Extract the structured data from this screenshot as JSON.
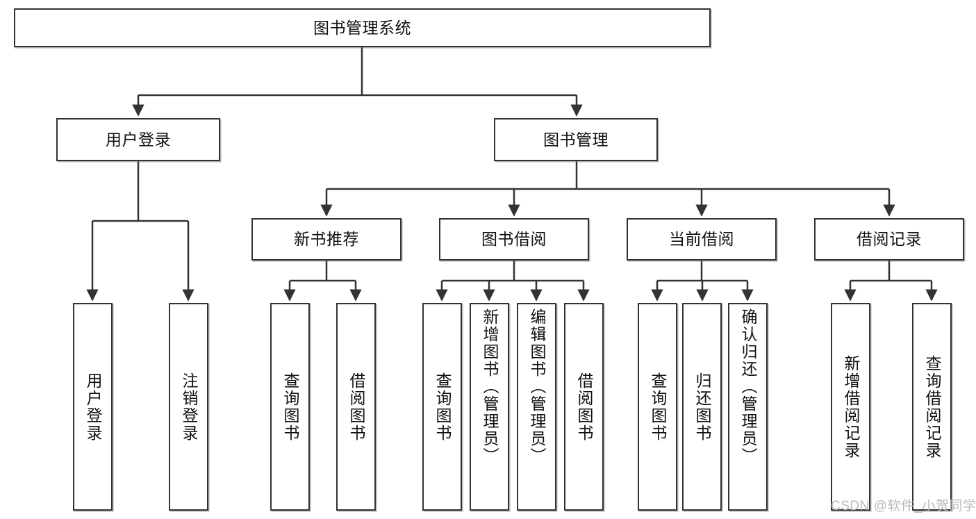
{
  "diagram": {
    "type": "hierarchy-tree",
    "title": "图书管理系统",
    "root": {
      "label": "图书管理系统"
    },
    "level2": [
      {
        "label": "用户登录"
      },
      {
        "label": "图书管理"
      }
    ],
    "level3": [
      {
        "label": "新书推荐"
      },
      {
        "label": "图书借阅"
      },
      {
        "label": "当前借阅"
      },
      {
        "label": "借阅记录"
      }
    ],
    "leaves": {
      "user_login": [
        {
          "label": "用户登录"
        },
        {
          "label": "注销登录"
        }
      ],
      "new_book_recommend": [
        {
          "label": "查询图书"
        },
        {
          "label": "借阅图书"
        }
      ],
      "book_borrow": [
        {
          "label": "查询图书"
        },
        {
          "label": "新增图书（管理员）"
        },
        {
          "label": "编辑图书（管理员）"
        },
        {
          "label": "借阅图书"
        }
      ],
      "current_borrow": [
        {
          "label": "查询图书"
        },
        {
          "label": "归还图书"
        },
        {
          "label": "确认归还（管理员）"
        }
      ],
      "borrow_record": [
        {
          "label": "新增借阅记录"
        },
        {
          "label": "查询借阅记录"
        }
      ]
    }
  },
  "watermark": {
    "text": "CSDN @软件_小贺同学"
  },
  "colors": {
    "stroke": "#333333",
    "box_fill": "#ffffff",
    "text": "#111111",
    "watermark": "#b9b9b9"
  }
}
